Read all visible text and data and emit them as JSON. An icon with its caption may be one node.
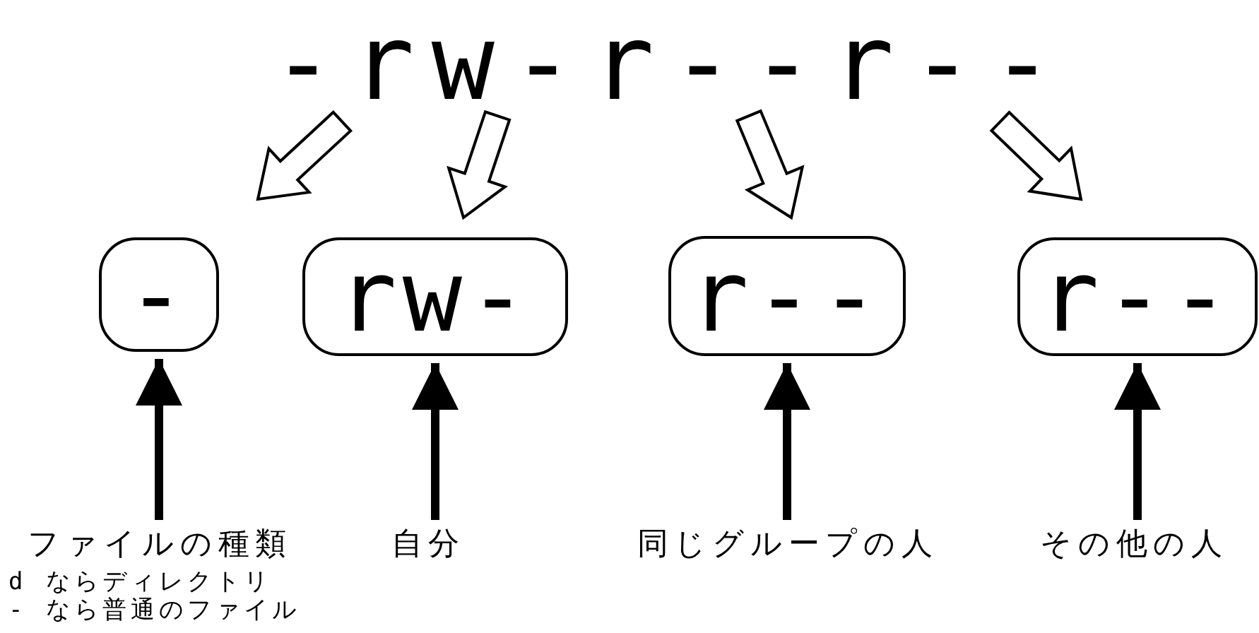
{
  "diagram": {
    "nodes": [
      {
        "text": [
          "-rw-r--r--"
        ]
      },
      {
        "text": [
          "-"
        ]
      },
      {
        "text": [
          "rw-"
        ]
      },
      {
        "text": [
          "r--"
        ]
      },
      {
        "text": [
          "r--"
        ]
      },
      {
        "text": [
          "ファイルの種類"
        ],
        "beside": [
          "d ならディレクトリ",
          "- なら普通のファイル"
        ]
      },
      {
        "text": [
          "自分"
        ]
      },
      {
        "text": [
          "同じグループの人"
        ]
      },
      {
        "text": [
          "その他の人"
        ]
      }
    ],
    "edges": [
      {
        "from": 0,
        "to": 1,
        "arrow": "to"
      },
      {
        "from": 0,
        "to": 2,
        "arrow": "to"
      },
      {
        "from": 0,
        "to": 3,
        "arrow": "to"
      },
      {
        "from": 0,
        "to": 4,
        "arrow": "to"
      },
      {
        "from": 5,
        "to": 1,
        "arrow": "to"
      },
      {
        "from": 6,
        "to": 2,
        "arrow": "to"
      },
      {
        "from": 7,
        "to": 3,
        "arrow": "to"
      },
      {
        "from": 8,
        "to": 4,
        "arrow": "to"
      }
    ]
  }
}
